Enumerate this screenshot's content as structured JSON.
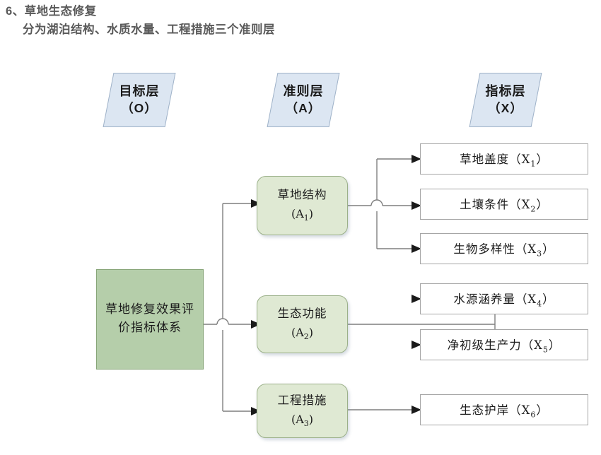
{
  "header": {
    "title_line1": "6、草地生态修复",
    "title_line2": "分为湖泊结构、水质水量、工程措施三个准则层"
  },
  "layer_headers": [
    {
      "name": "goal-layer-header",
      "label": "目标层",
      "code": "（O）"
    },
    {
      "name": "criteria-layer-header",
      "label": "准则层",
      "code": "（A）"
    },
    {
      "name": "indicator-layer-header",
      "label": "指标层",
      "code": "（X）"
    }
  ],
  "goal": {
    "label": "草地修复效果评价指标体系"
  },
  "criteria": [
    {
      "label": "草地结构",
      "code_base": "(A",
      "code_sub": "1",
      "code_tail": ")"
    },
    {
      "label": "生态功能",
      "code_base": "(A",
      "code_sub": "2",
      "code_tail": ")"
    },
    {
      "label": "工程措施",
      "code_base": "(A",
      "code_sub": "3",
      "code_tail": ")"
    }
  ],
  "indicators": [
    {
      "label": "草地盖度（X",
      "sub": "1",
      "tail": "）",
      "parent": "草地结构"
    },
    {
      "label": "土壤条件（X",
      "sub": "2",
      "tail": "）",
      "parent": "草地结构"
    },
    {
      "label": "生物多样性（X",
      "sub": "3",
      "tail": "）",
      "parent": "草地结构"
    },
    {
      "label": "水源涵养量（X",
      "sub": "4",
      "tail": "）",
      "parent": "生态功能"
    },
    {
      "label": "净初级生产力（X",
      "sub": "5",
      "tail": "）",
      "parent": "生态功能"
    },
    {
      "label": "生态护岸（X",
      "sub": "6",
      "tail": "）",
      "parent": "工程措施"
    }
  ],
  "colors": {
    "header_fill": "#dce6f2",
    "header_border": "#9fb2c8",
    "goal_fill": "#b5ceaa",
    "goal_border": "#87a578",
    "criteria_fill": "#dfe9d3",
    "criteria_border": "#9bb089",
    "indicator_fill": "#ffffff",
    "indicator_border": "#a6a6a6",
    "connector": "#7f7f7f",
    "title_text": "#595959",
    "body_text": "#1c1c1c"
  }
}
